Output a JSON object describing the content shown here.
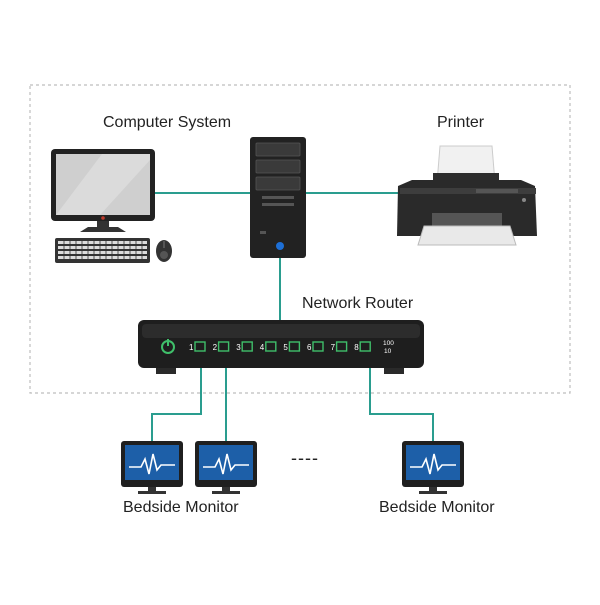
{
  "labels": {
    "computer_system": "Computer System",
    "printer": "Printer",
    "network_router": "Network Router",
    "bedside_monitor_1": "Bedside Monitor",
    "bedside_monitor_2": "Bedside Monitor",
    "ellipsis": "----"
  },
  "router": {
    "ports": [
      "1",
      "2",
      "3",
      "4",
      "5",
      "6",
      "7",
      "8"
    ],
    "speed_top": "100",
    "speed_bottom": "10"
  },
  "colors": {
    "cable": "#2a9d8f",
    "device_dark": "#222222",
    "monitor_blue": "#1d5fa8",
    "port_green": "#3fbf6a",
    "dashed_border": "#bdbdbd"
  },
  "icons": {
    "desktop": "desktop-monitor-icon",
    "keyboard": "keyboard-icon",
    "mouse": "mouse-icon",
    "tower": "pc-tower-icon",
    "printer": "printer-icon",
    "router": "router-icon",
    "patient_monitor": "heartbeat-monitor-icon"
  }
}
